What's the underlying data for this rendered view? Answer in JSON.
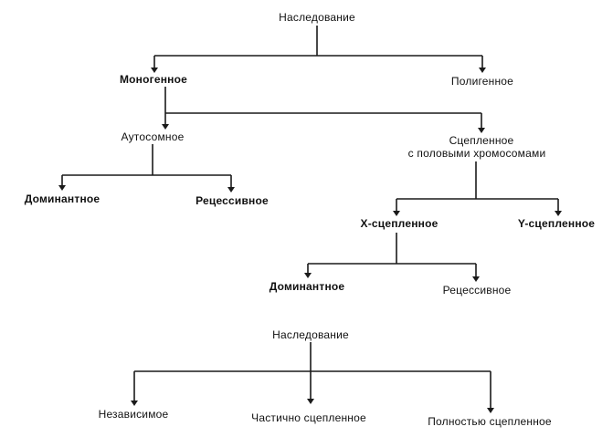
{
  "diagram_top": {
    "root": "Наследование",
    "monogenic": "Моногенное",
    "polygenic": "Полигенное",
    "autosomal": "Аутосомное",
    "sex_linked_line1": "Сцепленное",
    "sex_linked_line2": "с половыми хромосомами",
    "auto_dominant": "Доминантное",
    "auto_recessive": "Рецессивное",
    "x_linked": "X-сцепленное",
    "y_linked": "Y-сцепленное",
    "x_dominant": "Доминантное",
    "x_recessive": "Рецессивное"
  },
  "diagram_bottom": {
    "root": "Наследование",
    "independent": "Независимое",
    "partially_linked": "Частично сцепленное",
    "fully_linked": "Полностью сцепленное"
  },
  "colors": {
    "line": "#1a1a1a",
    "text": "#111111",
    "background": "#ffffff"
  }
}
